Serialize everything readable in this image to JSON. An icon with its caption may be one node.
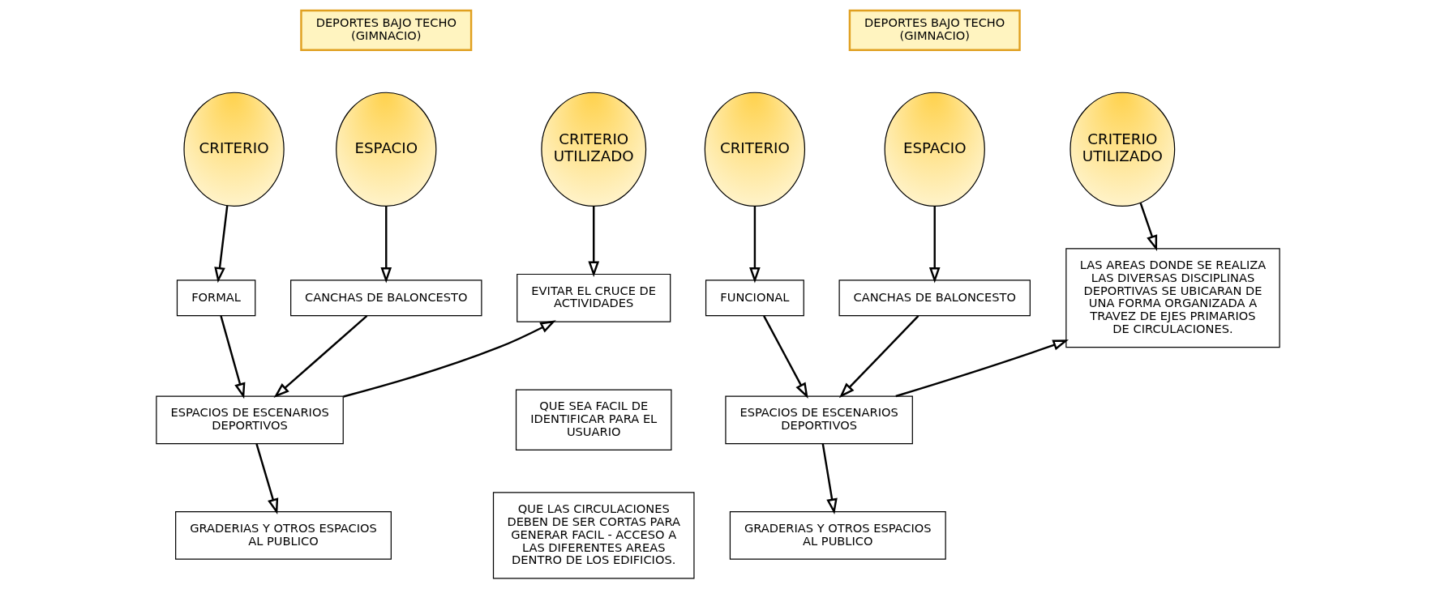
{
  "diagram": {
    "nodes": [
      {
        "text": [
          "DEPORTES BAJO TECHO (GIMNACIO)"
        ]
      },
      {
        "text": [
          "CRITERIO"
        ]
      },
      {
        "text": [
          "ESPACIO"
        ]
      },
      {
        "text": [
          "CRITERIO",
          "UTILIZADO"
        ]
      },
      {
        "text": [
          "FORMAL"
        ]
      },
      {
        "text": [
          "CANCHAS DE BALONCESTO"
        ]
      },
      {
        "text": [
          "ESPACIOS DE ESCENARIOS DEPORTIVOS"
        ]
      },
      {
        "text": [
          "GRADERIAS Y OTROS ESPACIOS AL PUBLICO"
        ]
      },
      {
        "text": [
          "EVITAR EL CRUCE DE ACTIVIDADES"
        ]
      },
      {
        "text": [
          "QUE SEA FACIL DE IDENTIFICAR PARA EL USUARIO"
        ]
      },
      {
        "text": [
          "QUE LAS CIRCULACIONES DEBEN DE SER CORTAS PARA GENERAR FACIL - ACCESO A LAS DIFERENTES AREAS DENTRO DE LOS EDIFICIOS."
        ]
      },
      {
        "text": [
          "DEPORTES BAJO TECHO (GIMNACIO)"
        ]
      },
      {
        "text": [
          "CRITERIO"
        ]
      },
      {
        "text": [
          "ESPACIO"
        ]
      },
      {
        "text": [
          "CRITERIO",
          "UTILIZADO"
        ]
      },
      {
        "text": [
          "FUNCIONAL"
        ]
      },
      {
        "text": [
          "CANCHAS DE BALONCESTO"
        ]
      },
      {
        "text": [
          "ESPACIOS DE ESCENARIOS DEPORTIVOS"
        ]
      },
      {
        "text": [
          "GRADERIAS Y OTROS ESPACIOS AL PUBLICO"
        ]
      },
      {
        "text": [
          "LAS AREAS DONDE SE REALIZA LAS DIVERSAS DISCIPLINAS DEPORTIVAS SE UBICARAN DE UNA FORMA ORGANIZADA A TRAVEZ DE EJES PRIMARIOS DE CIRCULACIONES."
        ]
      }
    ],
    "edges": [
      {
        "from": 1,
        "to": 4,
        "arrow": "to"
      },
      {
        "from": 2,
        "to": 5,
        "arrow": "to"
      },
      {
        "from": 3,
        "to": 8,
        "arrow": "to"
      },
      {
        "from": 5,
        "to": 6,
        "arrow": "to"
      },
      {
        "from": 6,
        "to": 7,
        "arrow": "to"
      },
      {
        "from": 4,
        "to": 6,
        "arrow": "to"
      },
      {
        "from": 6,
        "to": 8,
        "arrow": "to"
      },
      {
        "from": 12,
        "to": 15,
        "arrow": "to"
      },
      {
        "from": 13,
        "to": 16,
        "arrow": "to"
      },
      {
        "from": 14,
        "to": 19,
        "arrow": "to"
      },
      {
        "from": 16,
        "to": 17,
        "arrow": "to"
      },
      {
        "from": 17,
        "to": 18,
        "arrow": "to"
      },
      {
        "from": 15,
        "to": 17,
        "arrow": "to"
      },
      {
        "from": 17,
        "to": 19,
        "arrow": "to"
      }
    ]
  }
}
